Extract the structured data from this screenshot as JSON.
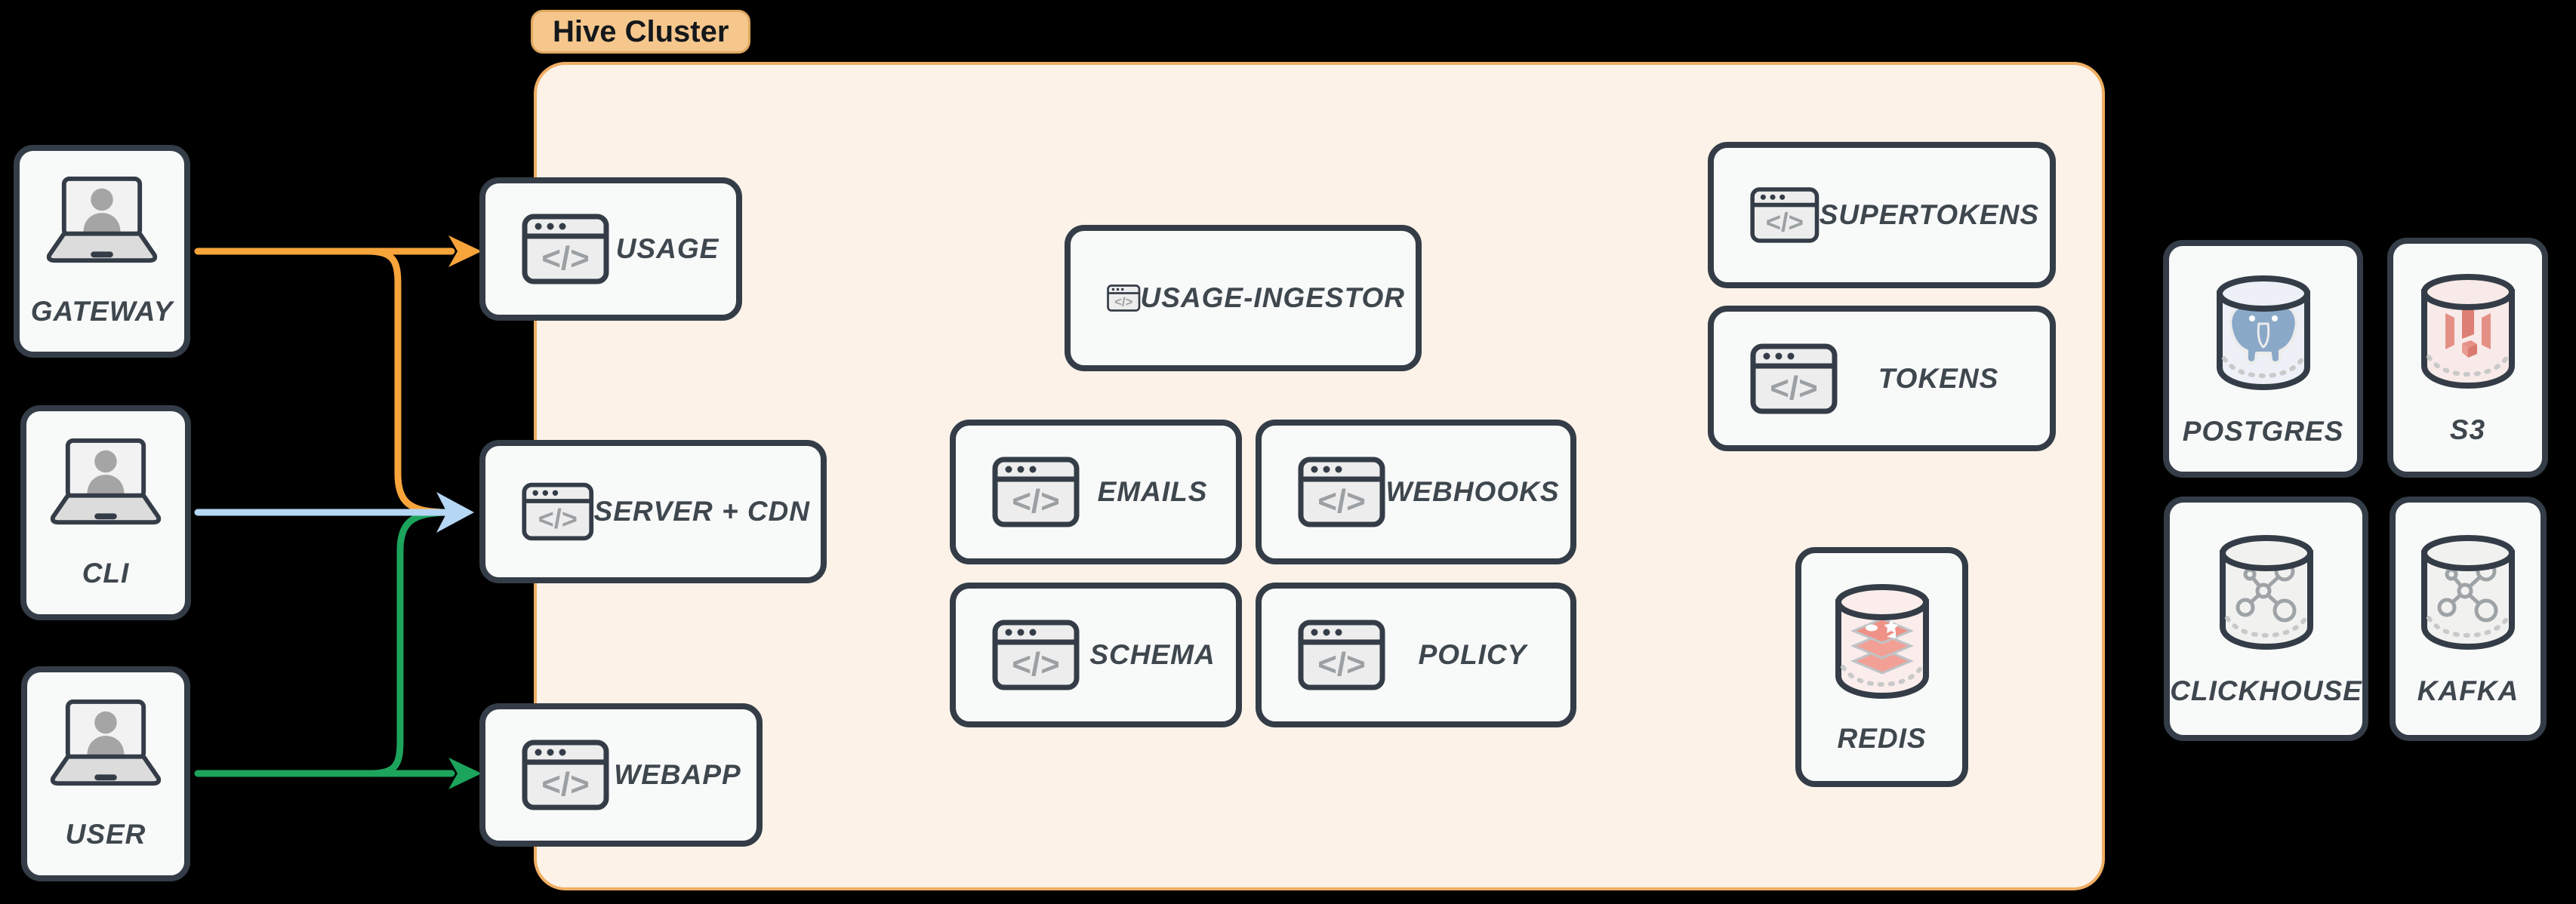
{
  "cluster": {
    "tag": "Hive Cluster",
    "services": {
      "usage": {
        "label": "USAGE"
      },
      "server_cdn": {
        "label": "SERVER + CDN"
      },
      "webapp": {
        "label": "WEBAPP"
      },
      "usage_ingestor": {
        "label": "USAGE-INGESTOR"
      },
      "emails": {
        "label": "EMAILS"
      },
      "webhooks": {
        "label": "WEBHOOKS"
      },
      "schema": {
        "label": "SCHEMA"
      },
      "policy": {
        "label": "POLICY"
      },
      "supertokens": {
        "label": "SUPERTOKENS"
      },
      "tokens": {
        "label": "TOKENS"
      },
      "redis": {
        "label": "REDIS"
      }
    }
  },
  "clients": {
    "gateway": {
      "label": "GATEWAY"
    },
    "cli": {
      "label": "CLI"
    },
    "user": {
      "label": "USER"
    }
  },
  "external_databases": {
    "postgres": {
      "label": "POSTGRES"
    },
    "s3": {
      "label": "S3"
    },
    "clickhouse": {
      "label": "CLICKHOUSE"
    },
    "kafka": {
      "label": "KAFKA"
    }
  },
  "edges": [
    {
      "from": "GATEWAY",
      "to": "USAGE",
      "color": "orange"
    },
    {
      "from": "GATEWAY",
      "to": "SERVER + CDN",
      "color": "orange"
    },
    {
      "from": "CLI",
      "to": "SERVER + CDN",
      "color": "blue"
    },
    {
      "from": "USER",
      "to": "SERVER + CDN",
      "color": "green"
    },
    {
      "from": "USER",
      "to": "WEBAPP",
      "color": "green"
    }
  ],
  "icons": {
    "code_glyph": "</>",
    "client_icon": "laptop-with-user",
    "service_icon": "code-window",
    "database_icon": "database-cylinder"
  },
  "colors": {
    "arrow_orange": "#F7A43B",
    "arrow_blue": "#B5D6F4",
    "arrow_green": "#1CA45C",
    "box_border": "#343D47",
    "box_fill": "#F8F9F9",
    "cluster_fill": "#FCF2E8",
    "cluster_border": "#F0AE63",
    "tag_fill": "#F6C78D",
    "label_color": "#3F474E",
    "redis_red": "#EF9186",
    "postgres_blue": "#8AA8C7",
    "s3_red": "#E08B80"
  }
}
